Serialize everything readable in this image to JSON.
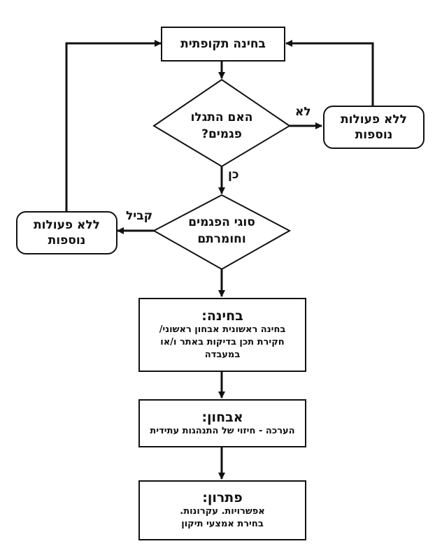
{
  "nodes": {
    "periodic": "בחינה תקופתית",
    "q1_line1": "האם התגלו",
    "q1_line2": "פגמים?",
    "q2_line1": "סוגי הפגמים",
    "q2_line2": "וחומרתם",
    "no_action_right_line1": "ללא פעולות",
    "no_action_right_line2": "נוספות",
    "no_action_left_line1": "ללא פעולות",
    "no_action_left_line2": "נוספות",
    "examination": {
      "title": "בחינה:",
      "line1": "בחינה ראשונית אבחון ראשוני/",
      "line2": "חקירת תכן בדיקות באתר ו/או",
      "line3": "במעבדה"
    },
    "diagnosis": {
      "title": "אבחון:",
      "line1": "הערכה - חיזוי של התנהגות עתידית"
    },
    "solution": {
      "title": "פתרון:",
      "line1": "אפשרויות. עקרונות.",
      "line2": "בחירת אמצעי תיקון"
    }
  },
  "edge_labels": {
    "no": "לא",
    "yes": "כן",
    "acceptable": "קביל"
  },
  "colors": {
    "stroke": "#111111",
    "fill": "#ffffff"
  }
}
